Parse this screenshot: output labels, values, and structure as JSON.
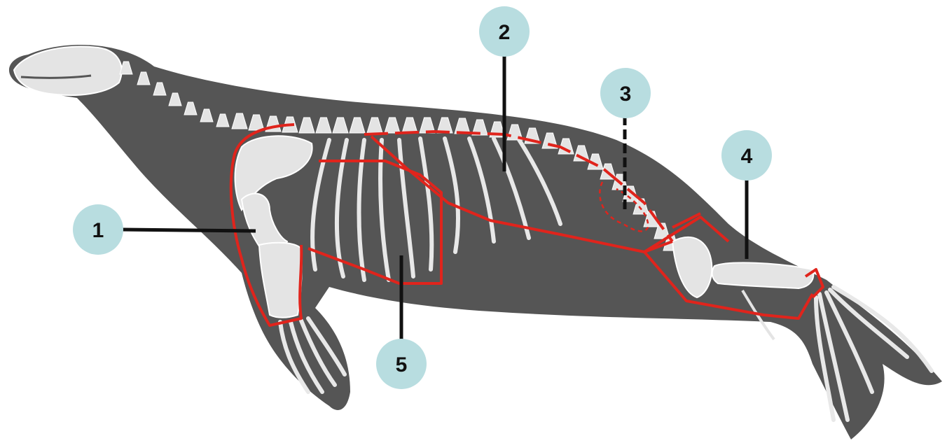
{
  "colors": {
    "background": "#ffffff",
    "body_silhouette": "#555555",
    "bone": "#e4e4e4",
    "bone_outline": "#ffffff",
    "region_outline": "#e0241c",
    "callout_circle": "#b8dde0",
    "leader_line": "#111111"
  },
  "callouts": [
    {
      "id": "1",
      "label": "1"
    },
    {
      "id": "2",
      "label": "2"
    },
    {
      "id": "3",
      "label": "3"
    },
    {
      "id": "4",
      "label": "4"
    },
    {
      "id": "5",
      "label": "5"
    }
  ]
}
